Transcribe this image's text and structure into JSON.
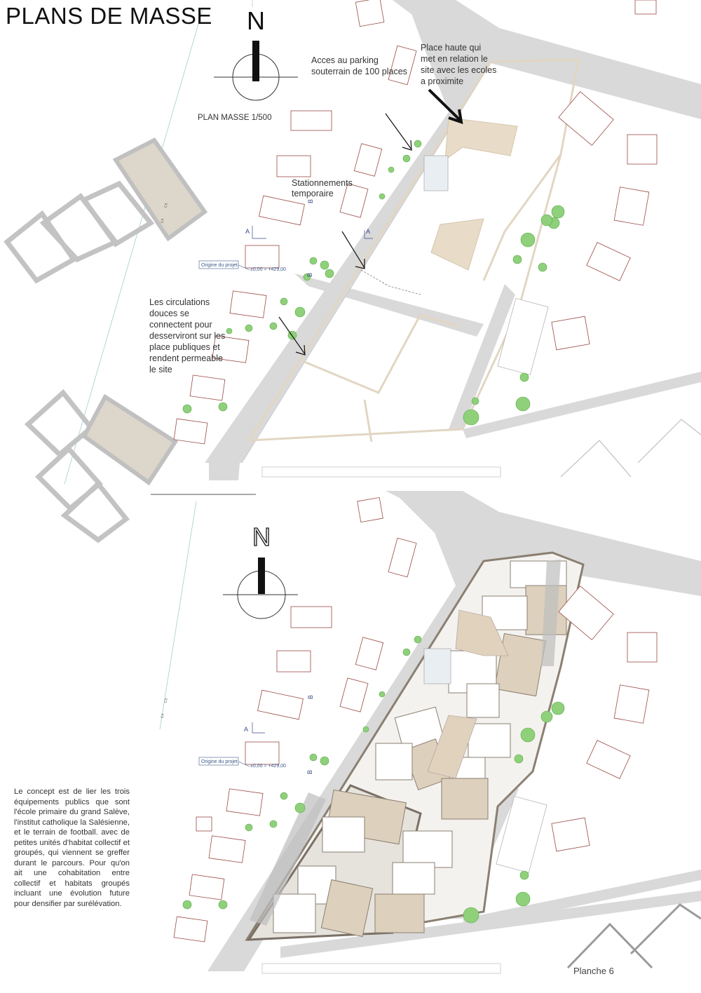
{
  "page": {
    "title": "PLANS DE MASSE",
    "sheet_label": "Planche 6"
  },
  "top_plan": {
    "scale_label": "PLAN MASSE 1/500",
    "north_label": "N",
    "annotations": {
      "parking": "Acces au parking souterrain de 100 places",
      "place_haute": "Place haute qui met en relation le site avec les ecoles a proximite",
      "stationnements": "Stationnements temporaire",
      "circulations": "Les circulations douces se connectent pour desserviront sur les place publiques et rendent permeable le site"
    },
    "origin_tag": "Origine du projet",
    "origin_level": "±0,00 = +429,00",
    "section_marks": [
      "A",
      "B",
      "B",
      "A"
    ],
    "small_marks": [
      "C3",
      "C4"
    ]
  },
  "bottom_plan": {
    "north_label": "N",
    "origin_tag": "Origine du projet",
    "origin_level": "±0,00 = +429,00",
    "section_marks": [
      "A",
      "B",
      "B"
    ],
    "small_marks": [
      "C3",
      "C4"
    ],
    "concept_text": "Le concept est de lier les trois équipements publics que sont l'école primaire du grand Salève, l'institut catholique la Salésienne, et le terrain de football. avec de petites unités d'habitat collectif et groupés, qui viennent se greffer durant le parcours. Pour qu'on ait une cohabitation entre collectif et habitats groupés incluant une évolution future pour densifier par surélévation."
  },
  "colors": {
    "road": "#d9d9d9",
    "road_edge": "#cfcfcf",
    "house_stroke": "#9a4a44",
    "tree": "#8fd07a",
    "tree_dark": "#5aa84a",
    "plaza": "#e8dcc8",
    "new_building_fill": "#ddd0bc",
    "new_building_stroke": "#8a7f72",
    "path": "#d8c8b0"
  }
}
